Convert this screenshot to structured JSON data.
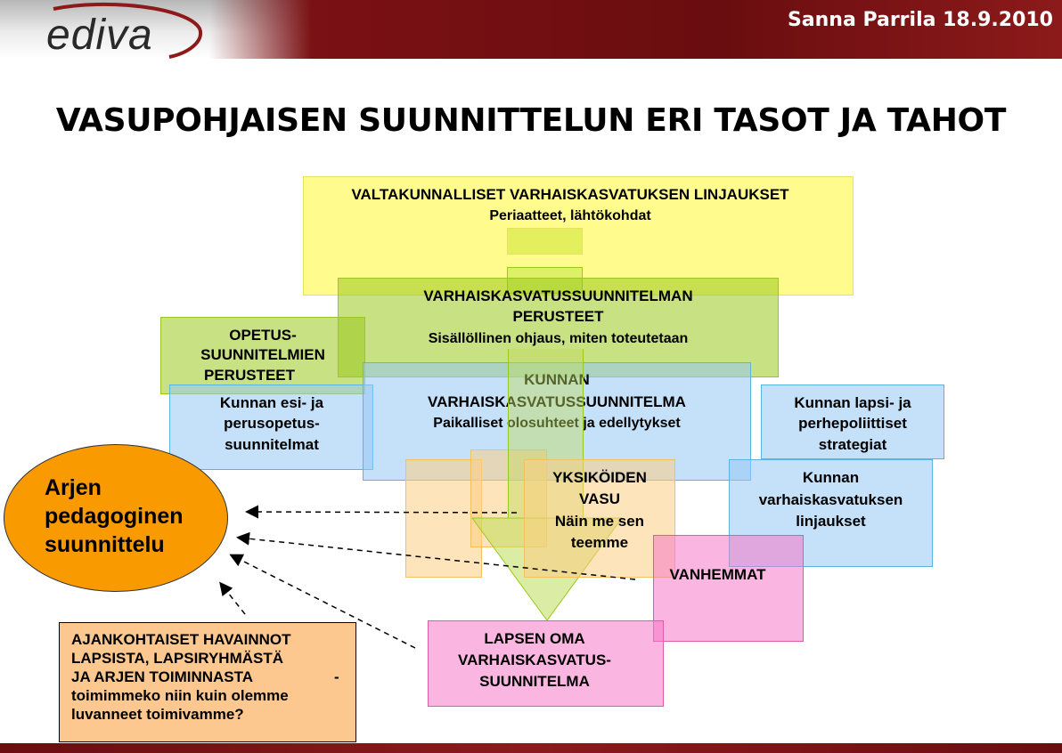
{
  "header": {
    "logo": "ediva",
    "author_date": "Sanna Parrila 18.9.2010"
  },
  "title": "VASUPOHJAISEN SUUNNITTELUN ERI TASOT JA TAHOT",
  "boxes": {
    "national": {
      "line1": "VALTAKUNNALLISET VARHAISKASVATUKSEN LINJAUKSET",
      "line2": "Periaatteet, lähtökohdat"
    },
    "vasu_perusteet": {
      "line1": "VARHAISKASVATUSSUUNNITELMAN",
      "line2": "PERUSTEET",
      "line3": "Sisällöllinen ohjaus, miten toteutetaan"
    },
    "opetus": {
      "line1": "OPETUS-",
      "line2": "SUUNNITELMIEN",
      "line3": "PERUSTEET"
    },
    "kunnan_esi": {
      "line1": "Kunnan esi- ja",
      "line2": "perusopetus-",
      "line3": "suunnitelmat"
    },
    "kunnan_vasu": {
      "line1": "KUNNAN",
      "line2": "VARHAISKASVATUSSUUNNITELMA",
      "line3": "Paikalliset olosuhteet ja edellytykset"
    },
    "lapsi_perhe": {
      "line1": "Kunnan lapsi- ja",
      "line2": "perhepoliittiset",
      "line3": "strategiat"
    },
    "yksikoiden": {
      "line1": "YKSIKÖIDEN",
      "line2": "VASU",
      "line3": "Näin me sen",
      "line4": "teemme"
    },
    "kunnan_linjaukset": {
      "line1": "Kunnan",
      "line2": "varhaiskasvatuksen",
      "line3": "linjaukset"
    },
    "vanhemmat": {
      "line1": "VANHEMMAT"
    },
    "lapsen_oma": {
      "line1": "LAPSEN OMA",
      "line2": "VARHAISKASVATUS-",
      "line3": "SUUNNITELMA"
    }
  },
  "ellipse": {
    "line1": "Arjen",
    "line2": "pedagoginen",
    "line3": "suunnittelu"
  },
  "observations": {
    "line1": "AJANKOHTAISET HAVAINNOT",
    "line2": "LAPSISTA, LAPSIRYHMÄSTÄ",
    "line3a": "JA ARJEN TOIMINNASTA",
    "line3b": "-",
    "line4": "toimimmeko niin kuin olemme",
    "line5": "luvanneet toimivamme?"
  },
  "colors": {
    "header_dark": "#6a0d10",
    "yellow": "#fffa50",
    "green": "#9bc81e",
    "blue": "#96c8f5",
    "orange": "#f89a00",
    "pink": "#f578c8",
    "peach": "#fcc890"
  }
}
